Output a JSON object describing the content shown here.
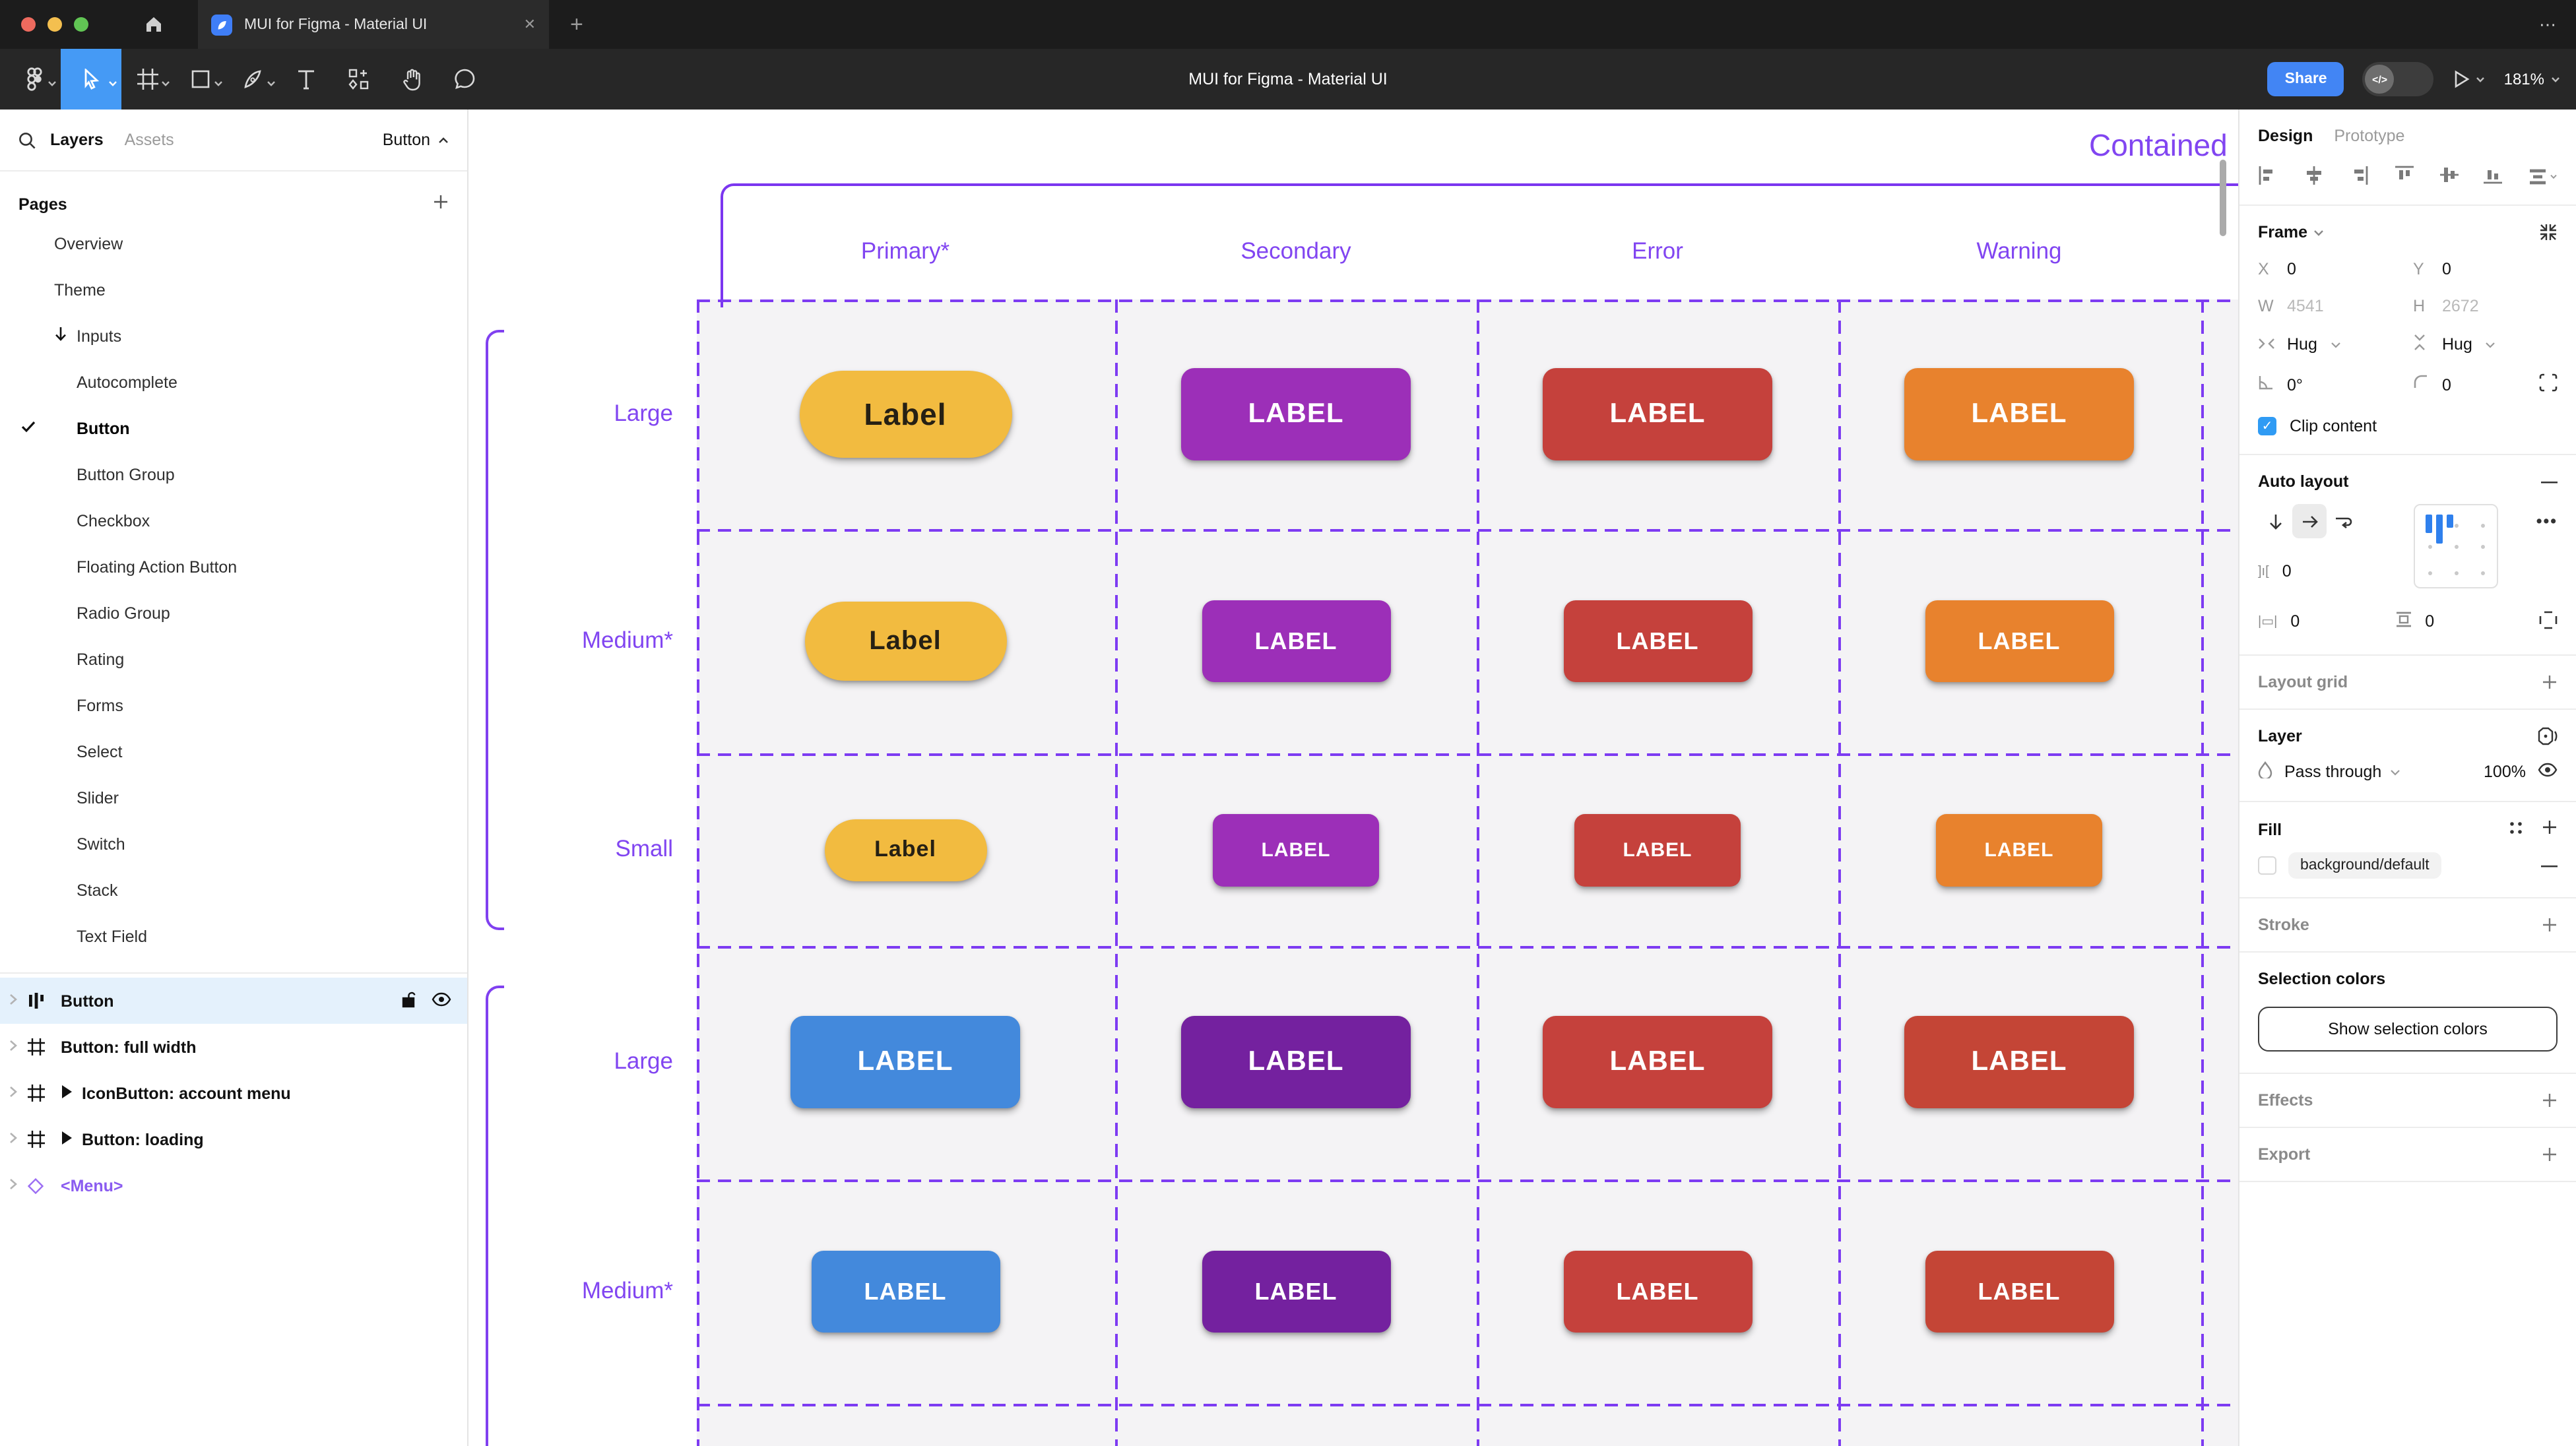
{
  "colors": {
    "accent_purple": "#8145f1",
    "line_purple": "#7d3bf2",
    "selected_tool_blue": "#459af5",
    "share_blue": "#4285f4",
    "selected_row_bg": "#e4f1fc",
    "checkbox_blue": "#2f9bf4",
    "cell_gray": "#f4f3f5"
  },
  "tabbar": {
    "title": "MUI for Figma - Material UI",
    "close": "✕",
    "new_tab": "+",
    "overflow": "⋯"
  },
  "toolbar": {
    "doc_title": "MUI for Figma - Material UI",
    "share": "Share",
    "zoom": "181%"
  },
  "left_panel": {
    "tabs": [
      {
        "label": "Layers"
      },
      {
        "label": "Assets"
      }
    ],
    "page_selector": "Button",
    "pages_header": "Pages",
    "pages": [
      {
        "label": "Overview",
        "indent": 1
      },
      {
        "label": "Theme",
        "indent": 1
      },
      {
        "label": "Inputs",
        "indent": 1,
        "icon": "arrow-down"
      },
      {
        "label": "Autocomplete",
        "indent": 2
      },
      {
        "label": "Button",
        "indent": 2,
        "icon": "check",
        "active": true
      },
      {
        "label": "Button Group",
        "indent": 2
      },
      {
        "label": "Checkbox",
        "indent": 2
      },
      {
        "label": "Floating Action Button",
        "indent": 2
      },
      {
        "label": "Radio Group",
        "indent": 2
      },
      {
        "label": "Rating",
        "indent": 2
      },
      {
        "label": "Forms",
        "indent": 2
      },
      {
        "label": "Select",
        "indent": 2
      },
      {
        "label": "Slider",
        "indent": 2
      },
      {
        "label": "Switch",
        "indent": 2
      },
      {
        "label": "Stack",
        "indent": 2
      },
      {
        "label": "Text Field",
        "indent": 2
      }
    ],
    "layers": [
      {
        "label": "Button",
        "icon": "autolayout",
        "selected": true
      },
      {
        "label": "Button: full width",
        "icon": "frame"
      },
      {
        "label": "IconButton: account menu",
        "icon": "frame",
        "play": true
      },
      {
        "label": "Button: loading",
        "icon": "frame",
        "play": true
      },
      {
        "label": "<Menu>",
        "icon": "component",
        "component": true
      }
    ]
  },
  "right_panel": {
    "tabs": [
      {
        "label": "Design",
        "active": true
      },
      {
        "label": "Prototype"
      }
    ],
    "frame": {
      "title": "Frame",
      "x_label": "X",
      "x": "0",
      "y_label": "Y",
      "y": "0",
      "w_label": "W",
      "w": "4541",
      "h_label": "H",
      "h": "2672",
      "hug_h": "Hug",
      "hug_v": "Hug",
      "rotation": "0°",
      "radius": "0",
      "clip_label": "Clip content"
    },
    "auto_layout": {
      "title": "Auto layout",
      "gap": "0",
      "padding_h": "0",
      "padding_v": "0"
    },
    "layout_grid": {
      "title": "Layout grid"
    },
    "layer": {
      "title": "Layer",
      "blend": "Pass through",
      "opacity": "100%"
    },
    "fill": {
      "title": "Fill",
      "style": "background/default"
    },
    "stroke": {
      "title": "Stroke"
    },
    "selection_colors": {
      "title": "Selection colors",
      "button": "Show selection colors"
    },
    "effects": {
      "title": "Effects"
    },
    "export": {
      "title": "Export"
    }
  },
  "canvas": {
    "title": "Contained",
    "columns": [
      "Primary*",
      "Secondary",
      "Error",
      "Warning"
    ],
    "rows": [
      {
        "label": "Large",
        "size": "large",
        "cells": [
          {
            "bg": "#f2bb40",
            "label": "Label",
            "fg": "#262014",
            "pill": true
          },
          {
            "bg": "#9c2fb8",
            "label": "LABEL",
            "fg": "#ffffff"
          },
          {
            "bg": "#c5413c",
            "label": "LABEL",
            "fg": "#ffffff"
          },
          {
            "bg": "#e8822d",
            "label": "LABEL",
            "fg": "#ffffff"
          }
        ]
      },
      {
        "label": "Medium*",
        "size": "medium",
        "cells": [
          {
            "bg": "#f2bb40",
            "label": "Label",
            "fg": "#262014",
            "pill": true
          },
          {
            "bg": "#9c2fb8",
            "label": "LABEL",
            "fg": "#ffffff"
          },
          {
            "bg": "#c5413c",
            "label": "LABEL",
            "fg": "#ffffff"
          },
          {
            "bg": "#e8822d",
            "label": "LABEL",
            "fg": "#ffffff"
          }
        ]
      },
      {
        "label": "Small",
        "size": "small",
        "cells": [
          {
            "bg": "#f2bb40",
            "label": "Label",
            "fg": "#262014",
            "pill": true
          },
          {
            "bg": "#9c2fb8",
            "label": "LABEL",
            "fg": "#ffffff"
          },
          {
            "bg": "#c5413c",
            "label": "LABEL",
            "fg": "#ffffff"
          },
          {
            "bg": "#e8822d",
            "label": "LABEL",
            "fg": "#ffffff"
          }
        ]
      },
      {
        "label": "Large",
        "size": "large",
        "cells": [
          {
            "bg": "#4389dc",
            "label": "LABEL",
            "fg": "#ffffff"
          },
          {
            "bg": "#74219f",
            "label": "LABEL",
            "fg": "#ffffff"
          },
          {
            "bg": "#c5413c",
            "label": "LABEL",
            "fg": "#ffffff"
          },
          {
            "bg": "#c44536",
            "label": "LABEL",
            "fg": "#ffffff"
          }
        ]
      },
      {
        "label": "Medium*",
        "size": "medium",
        "cells": [
          {
            "bg": "#4389dc",
            "label": "LABEL",
            "fg": "#ffffff"
          },
          {
            "bg": "#74219f",
            "label": "LABEL",
            "fg": "#ffffff"
          },
          {
            "bg": "#c5413c",
            "label": "LABEL",
            "fg": "#ffffff"
          },
          {
            "bg": "#c44536",
            "label": "LABEL",
            "fg": "#ffffff"
          }
        ]
      }
    ]
  }
}
